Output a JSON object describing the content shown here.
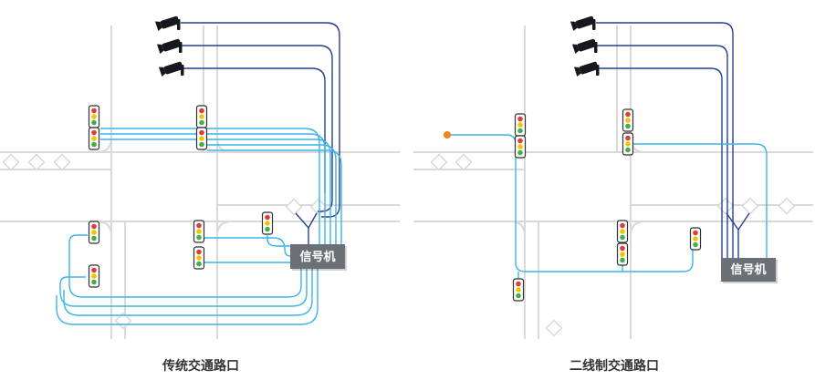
{
  "colors": {
    "road": "#d9d9d9",
    "wire_signal": "#3ab4e8",
    "wire_camera": "#24408e",
    "signal_box_bg": "#6b7077",
    "signal_box_text": "#ffffff",
    "traffic_light_red": "#e23b3b",
    "traffic_light_yellow": "#f3c200",
    "traffic_light_green": "#43af4a",
    "camera": "#17171d",
    "detector_dot": "#f08519",
    "caption_text": "#333333"
  },
  "panels": {
    "traditional": {
      "caption": "传统交通路口",
      "signal_box_label": "信号机"
    },
    "two_wire": {
      "caption": "二线制交通路口",
      "signal_box_label": "信号机"
    }
  },
  "icons": {
    "traffic_light": "red-yellow-green-signal-head",
    "camera": "cctv-camera",
    "detector_diamond": "road-detector-diamond-outline",
    "detector_dot": "orange-detector-dot"
  }
}
